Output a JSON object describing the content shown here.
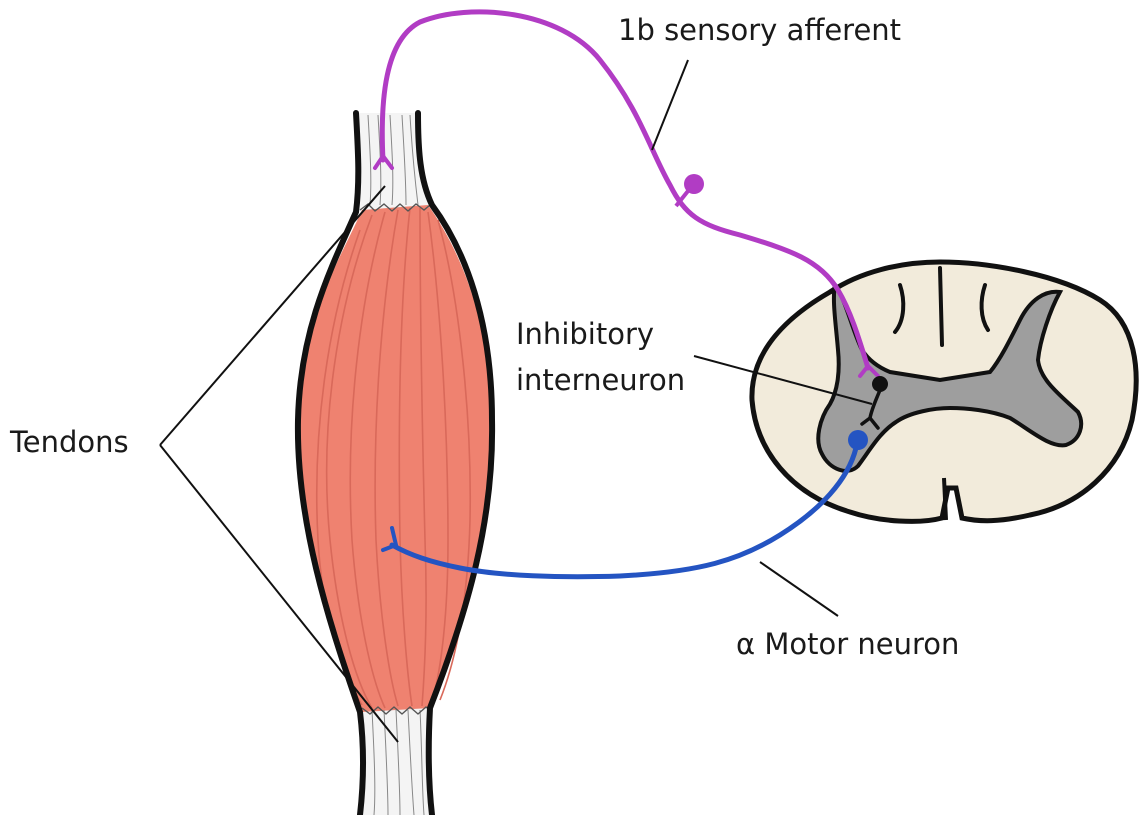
{
  "labels": {
    "sensory_afferent": "1b sensory afferent",
    "inhibitory_interneuron_line1": "Inhibitory",
    "inhibitory_interneuron_line2": "interneuron",
    "tendons": "Tendons",
    "motor_neuron": "α Motor neuron"
  },
  "colors": {
    "muscle": "#ef8270",
    "muscle_fiber": "#d9695a",
    "tendon": "#f4f4f4",
    "spinal_white_matter": "#f2ebdb",
    "spinal_grey_matter": "#9e9e9e",
    "sensory_neuron": "#b13cc4",
    "motor_neuron": "#2454c2",
    "interneuron": "#111111",
    "outline": "#111111"
  }
}
